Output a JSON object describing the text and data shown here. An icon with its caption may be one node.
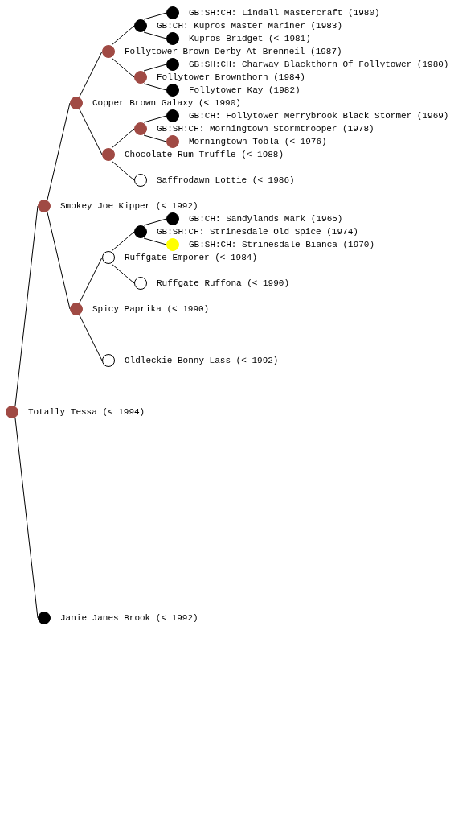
{
  "diagram": {
    "nodes": [
      {
        "text": [
          "GB:SH:CH: Lindall Mastercraft (1980)"
        ]
      },
      {
        "text": [
          "GB:CH: Kupros Master Mariner (1983)"
        ]
      },
      {
        "text": [
          "Kupros Bridget (< 1981)"
        ]
      },
      {
        "text": [
          "Follytower Brown Derby At Brenneil (1987)"
        ]
      },
      {
        "text": [
          "GB:SH:CH: Charway Blackthorn Of Follytower (1980)"
        ]
      },
      {
        "text": [
          "Follytower Brownthorn (1984)"
        ]
      },
      {
        "text": [
          "Follytower Kay (1982)"
        ]
      },
      {
        "text": [
          "Copper Brown Galaxy (< 1990)"
        ]
      },
      {
        "text": [
          "GB:CH: Follytower Merrybrook Black Stormer (1969)"
        ]
      },
      {
        "text": [
          "GB:SH:CH: Morningtown Stormtrooper (1978)"
        ]
      },
      {
        "text": [
          "Morningtown Tobla (< 1976)"
        ]
      },
      {
        "text": [
          "Chocolate Rum Truffle (< 1988)"
        ]
      },
      {
        "text": [
          "Saffrodawn Lottie (< 1986)"
        ]
      },
      {
        "text": [
          "Smokey Joe Kipper (< 1992)"
        ]
      },
      {
        "text": [
          "GB:CH: Sandylands Mark (1965)"
        ]
      },
      {
        "text": [
          "GB:SH:CH: Strinesdale Old Spice (1974)"
        ]
      },
      {
        "text": [
          "GB:SH:CH: Strinesdale Bianca (1970)"
        ]
      },
      {
        "text": [
          "Ruffgate Emporer (< 1984)"
        ]
      },
      {
        "text": [
          "Ruffgate Ruffona (< 1990)"
        ]
      },
      {
        "text": [
          "Spicy Paprika (< 1990)"
        ]
      },
      {
        "text": [
          "Oldleckie Bonny Lass (< 1992)"
        ]
      },
      {
        "text": [
          "Totally Tessa (< 1994)"
        ]
      },
      {
        "text": [
          "Janie Janes Brook (< 1992)"
        ]
      }
    ],
    "edges": [
      {
        "from": 1,
        "to": 0,
        "arrow": "none"
      },
      {
        "from": 1,
        "to": 2,
        "arrow": "none"
      },
      {
        "from": 3,
        "to": 1,
        "arrow": "none"
      },
      {
        "from": 5,
        "to": 4,
        "arrow": "none"
      },
      {
        "from": 5,
        "to": 6,
        "arrow": "none"
      },
      {
        "from": 3,
        "to": 5,
        "arrow": "none"
      },
      {
        "from": 7,
        "to": 3,
        "arrow": "none"
      },
      {
        "from": 9,
        "to": 8,
        "arrow": "none"
      },
      {
        "from": 9,
        "to": 10,
        "arrow": "none"
      },
      {
        "from": 11,
        "to": 9,
        "arrow": "none"
      },
      {
        "from": 11,
        "to": 12,
        "arrow": "none"
      },
      {
        "from": 7,
        "to": 11,
        "arrow": "none"
      },
      {
        "from": 13,
        "to": 7,
        "arrow": "none"
      },
      {
        "from": 15,
        "to": 14,
        "arrow": "none"
      },
      {
        "from": 15,
        "to": 16,
        "arrow": "none"
      },
      {
        "from": 17,
        "to": 15,
        "arrow": "none"
      },
      {
        "from": 17,
        "to": 18,
        "arrow": "none"
      },
      {
        "from": 19,
        "to": 17,
        "arrow": "none"
      },
      {
        "from": 19,
        "to": 20,
        "arrow": "none"
      },
      {
        "from": 13,
        "to": 19,
        "arrow": "none"
      },
      {
        "from": 21,
        "to": 13,
        "arrow": "none"
      },
      {
        "from": 21,
        "to": 22,
        "arrow": "none"
      }
    ]
  }
}
